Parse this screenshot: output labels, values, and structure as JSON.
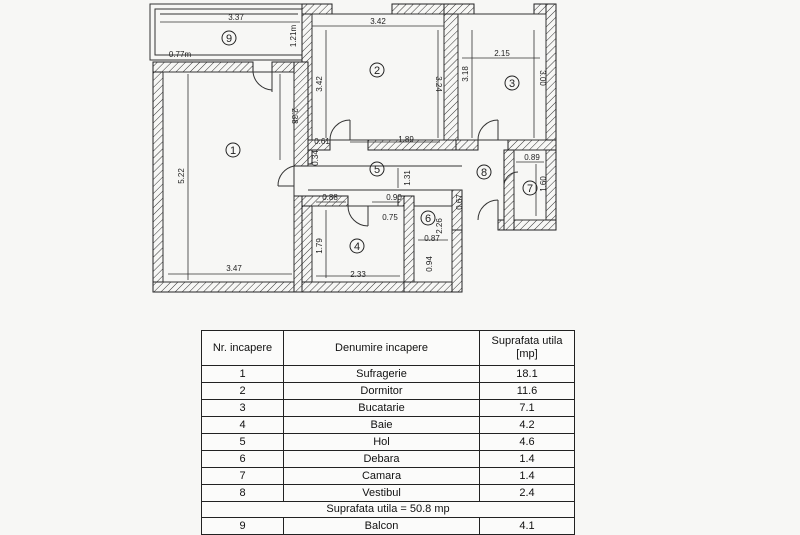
{
  "plan": {
    "rooms": [
      {
        "id": "1",
        "label": "1"
      },
      {
        "id": "2",
        "label": "2"
      },
      {
        "id": "3",
        "label": "3"
      },
      {
        "id": "4",
        "label": "4"
      },
      {
        "id": "5",
        "label": "5"
      },
      {
        "id": "6",
        "label": "6"
      },
      {
        "id": "7",
        "label": "7"
      },
      {
        "id": "8",
        "label": "8"
      },
      {
        "id": "9",
        "label": "9"
      }
    ],
    "dimensions": {
      "d337": "3.37",
      "d121": "1.21m",
      "d077": "0.77m",
      "d342a": "3.42",
      "d342b": "3.42",
      "d324": "3.24",
      "d215": "2.15",
      "d318": "3.18",
      "d300": "3.00",
      "d238": "2.38",
      "d522": "5.22",
      "d061": "0.61",
      "d189": "1.89",
      "d034": "0.34",
      "d131": "1.31",
      "d089": "0.89",
      "d160": "1.60",
      "d088": "0.88",
      "d090": "0.90",
      "d067": "0.67",
      "d075": "0.75",
      "d226": "2.26",
      "d087": "0.87",
      "d179": "1.79",
      "d094": "0.94",
      "d347": "3.47",
      "d233": "2.33"
    }
  },
  "table": {
    "headers": [
      "Nr. incapere",
      "Denumire incapere",
      "Suprafata utila [mp]"
    ],
    "rows": [
      {
        "nr": "1",
        "name": "Sufragerie",
        "area": "18.1"
      },
      {
        "nr": "2",
        "name": "Dormitor",
        "area": "11.6"
      },
      {
        "nr": "3",
        "name": "Bucatarie",
        "area": "7.1"
      },
      {
        "nr": "4",
        "name": "Baie",
        "area": "4.2"
      },
      {
        "nr": "5",
        "name": "Hol",
        "area": "4.6"
      },
      {
        "nr": "6",
        "name": "Debara",
        "area": "1.4"
      },
      {
        "nr": "7",
        "name": "Camara",
        "area": "1.4"
      },
      {
        "nr": "8",
        "name": "Vestibul",
        "area": "2.4"
      }
    ],
    "total": "Suprafata utila =  50.8 mp",
    "balcony": {
      "nr": "9",
      "name": "Balcon",
      "area": "4.1"
    }
  }
}
